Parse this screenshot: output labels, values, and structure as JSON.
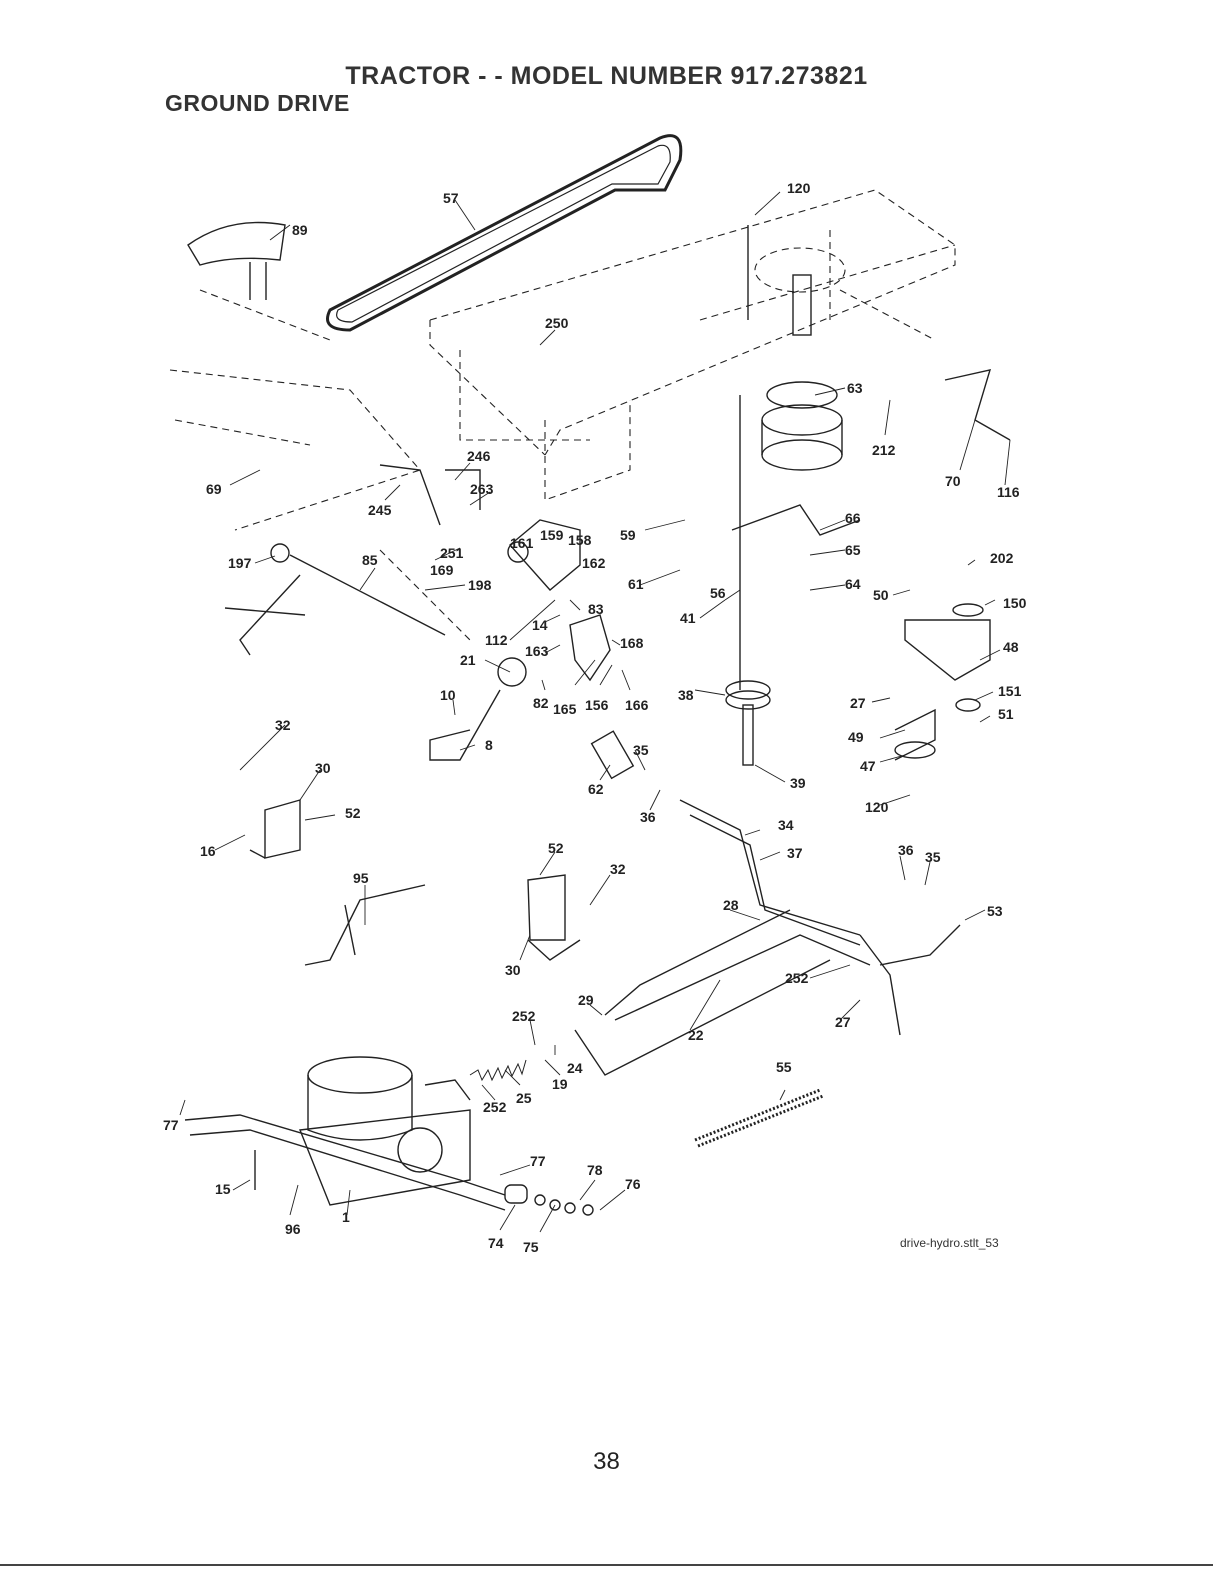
{
  "header": {
    "title": "TRACTOR - - MODEL NUMBER 917.273821",
    "section": "GROUND DRIVE"
  },
  "diagram": {
    "file_label": "drive-hydro.stlt_53",
    "part_numbers": [
      "57",
      "120",
      "89",
      "250",
      "63",
      "212",
      "70",
      "116",
      "69",
      "246",
      "263",
      "245",
      "59",
      "66",
      "65",
      "202",
      "197",
      "85",
      "161",
      "159",
      "158",
      "162",
      "61",
      "64",
      "50",
      "150",
      "169",
      "198",
      "56",
      "41",
      "251",
      "83",
      "48",
      "14",
      "168",
      "27",
      "151",
      "51",
      "112",
      "163",
      "21",
      "38",
      "49",
      "47",
      "10",
      "82",
      "165",
      "156",
      "166",
      "39",
      "8",
      "120",
      "32",
      "30",
      "35",
      "62",
      "52",
      "36",
      "34",
      "16",
      "37",
      "36",
      "35",
      "95",
      "52",
      "32",
      "28",
      "53",
      "30",
      "252",
      "27",
      "29",
      "252",
      "24",
      "22",
      "55",
      "19",
      "252",
      "25",
      "77",
      "77",
      "78",
      "76",
      "15",
      "96",
      "1",
      "74",
      "75"
    ]
  },
  "page": {
    "number": "38"
  }
}
